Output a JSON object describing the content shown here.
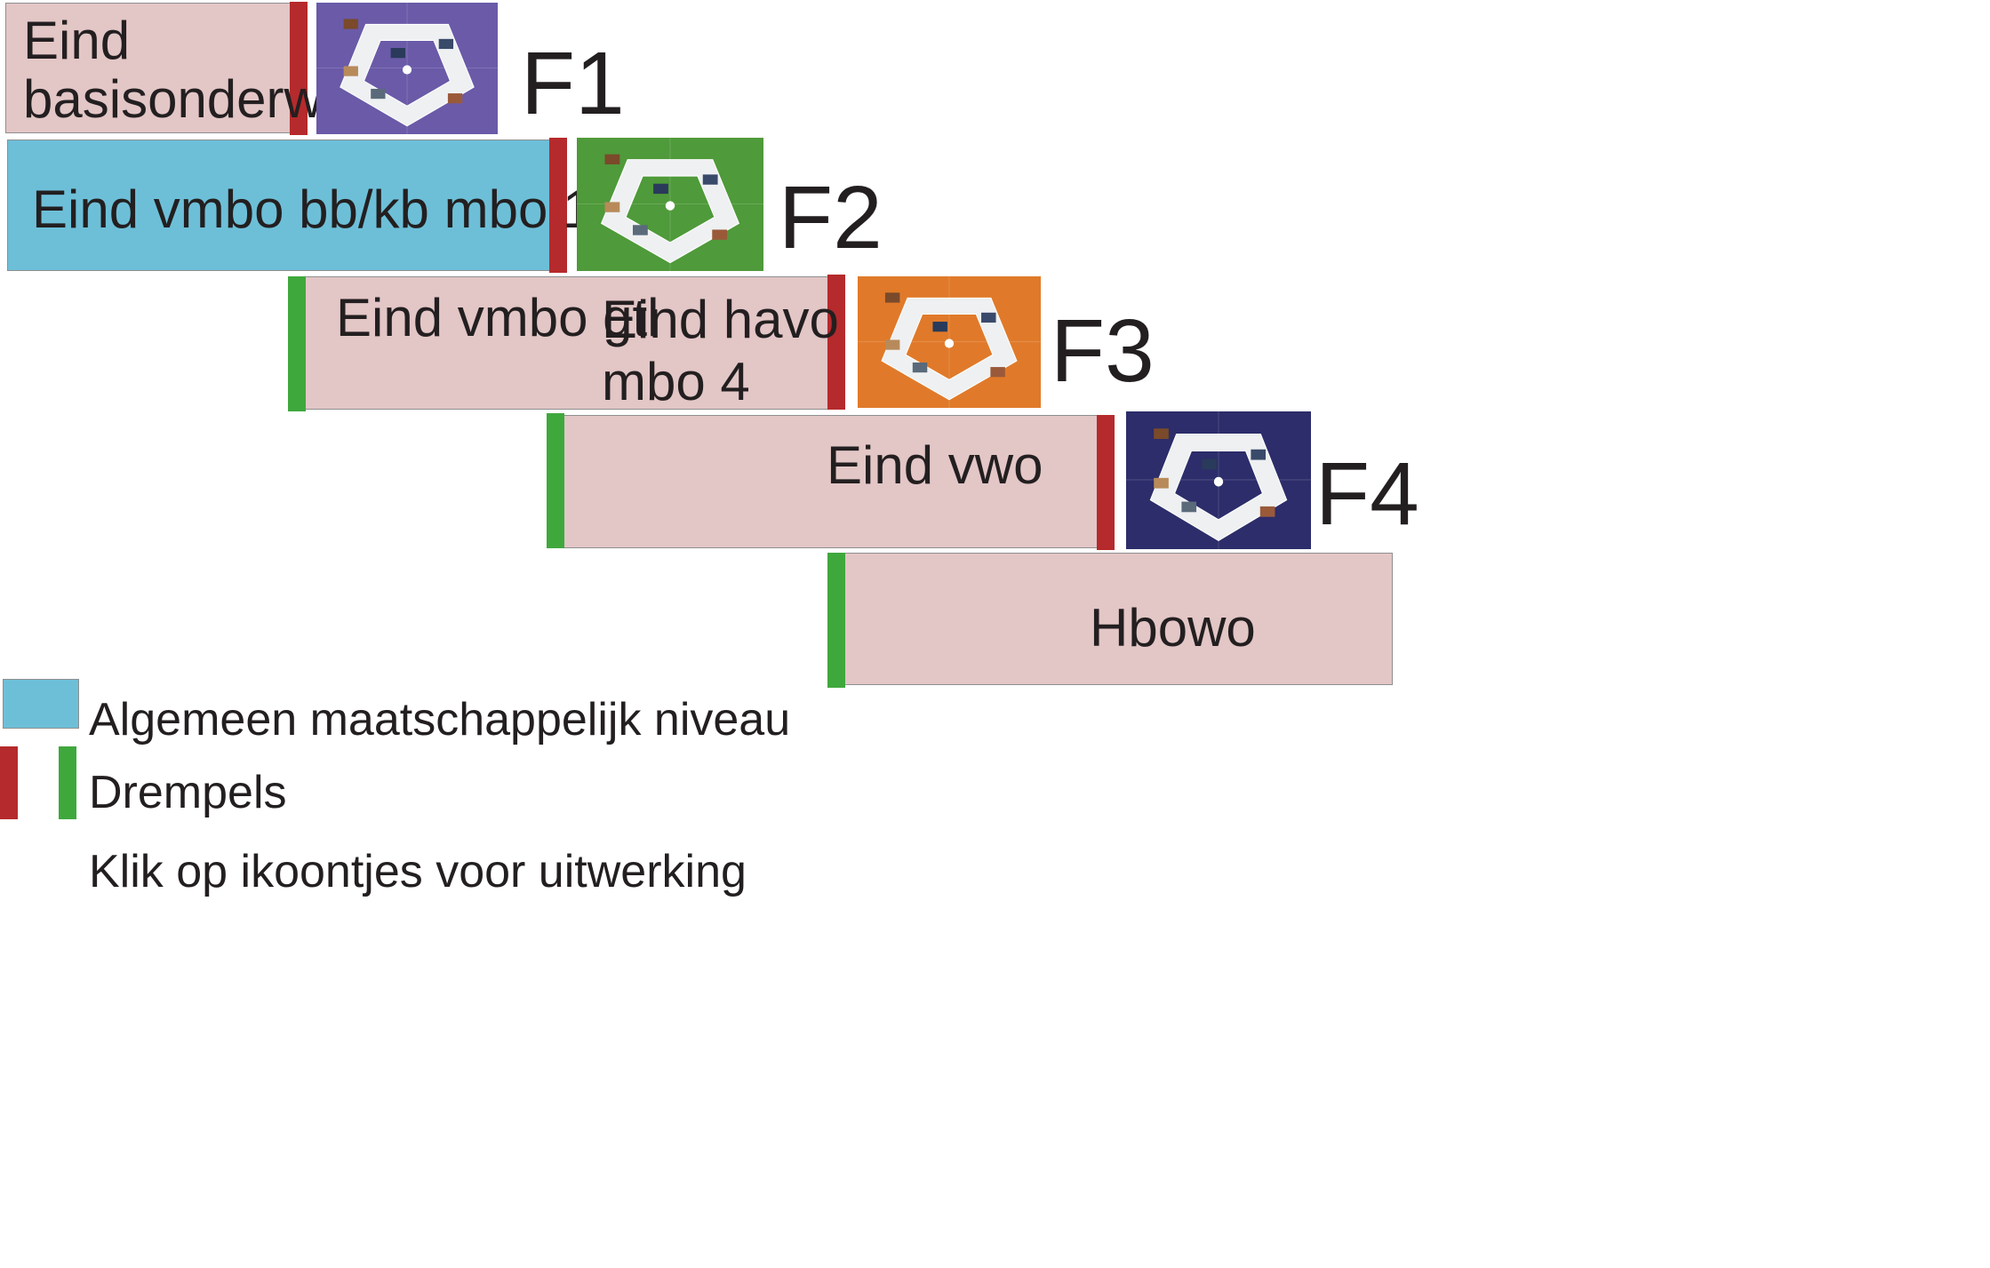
{
  "levels": [
    {
      "lines": [
        "Eind",
        "basisonderwijs"
      ],
      "poster": "F1"
    },
    {
      "lines": [
        "Eind vmbo bb/kb  mbo 1,2"
      ],
      "poster": "F2"
    },
    {
      "lines": [
        "Eind vmbo gtl",
        "Eind havo",
        "mbo 4"
      ],
      "poster": "F3"
    },
    {
      "lines": [
        "Eind vwo"
      ],
      "poster": "F4"
    },
    {
      "lines": [
        "Hbowo"
      ]
    }
  ],
  "posters": [
    {
      "label": "F1",
      "color": "#6a5aa8"
    },
    {
      "label": "F2",
      "color": "#4f9a3a"
    },
    {
      "label": "F3",
      "color": "#e07a2a"
    },
    {
      "label": "F4",
      "color": "#2c2d6a"
    }
  ],
  "legend": {
    "general_level": "Algemeen maatschappelijk niveau",
    "thresholds": "Drempels",
    "click_hint": "Klik op ikoontjes voor uitwerking"
  },
  "colors": {
    "pink": "#e3c6c6",
    "blue": "#6dbfd8",
    "red_threshold": "#b52a2c",
    "green_threshold": "#3fa83d"
  }
}
